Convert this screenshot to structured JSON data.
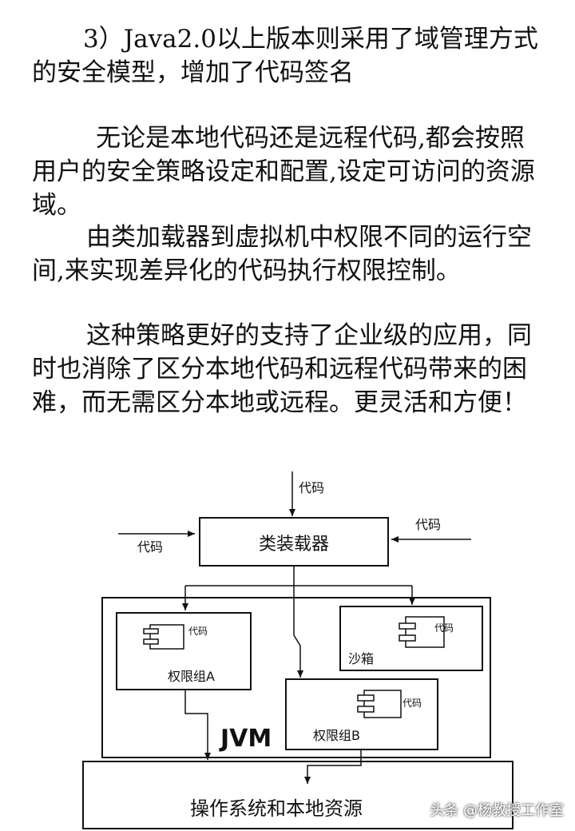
{
  "paragraphs": {
    "p1": "3）Java2.0以上版本则采用了域管理方式的安全模型，增加了代码签名",
    "p2": "无论是本地代码还是远程代码,都会按照用户的安全策略设定和配置,设定可访问的资源域。",
    "p3": "由类加载器到虚拟机中权限不同的运行空间,来实现差异化的代码执行权限控制。",
    "p4": "这种策略更好的支持了企业级的应用，同时也消除了区分本地代码和远程代码带来的困难，而无需区分本地或远程。更灵活和方便！"
  },
  "diagram": {
    "code_top": "代码",
    "code_left": "代码",
    "code_right": "代码",
    "class_loader": "类装载器",
    "groupA_code": "代码",
    "groupA_label": "权限组A",
    "sandbox_code": "代码",
    "sandbox_label": "沙箱",
    "groupB_code": "代码",
    "groupB_label": "权限组B",
    "jvm": "JVM",
    "os": "操作系统和本地资源"
  },
  "watermark": "头条 @杨教授工作室"
}
